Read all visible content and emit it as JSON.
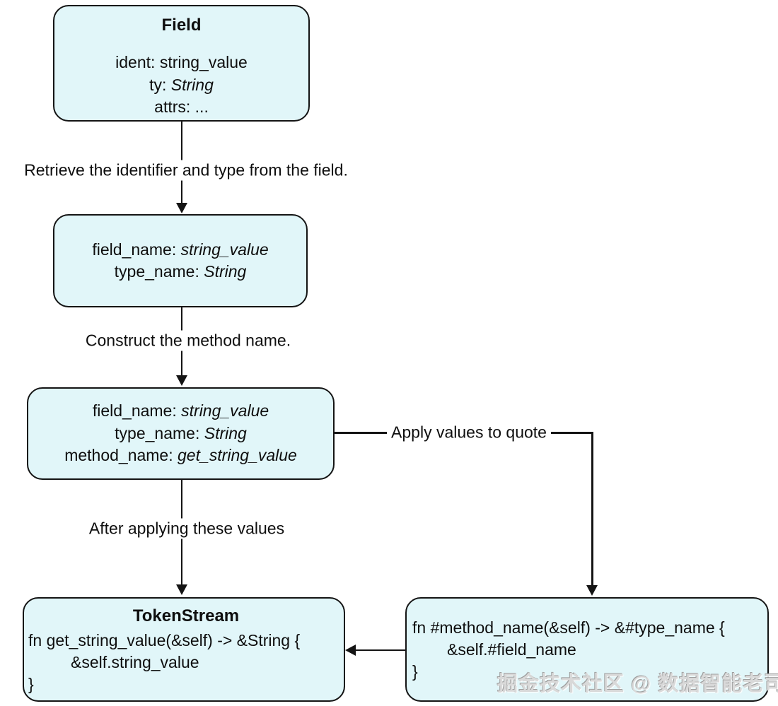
{
  "diagram": {
    "nodes": {
      "field": {
        "title": "Field",
        "lines": [
          {
            "prefix": "ident: ",
            "value": "string_value"
          },
          {
            "prefix": "ty: ",
            "value": "String"
          },
          {
            "prefix": "attrs: ",
            "value": "..."
          }
        ]
      },
      "extracted": {
        "lines": [
          {
            "prefix": "field_name: ",
            "value": "string_value"
          },
          {
            "prefix": "type_name: ",
            "value": "String"
          }
        ]
      },
      "with_method": {
        "lines": [
          {
            "prefix": "field_name: ",
            "value": "string_value"
          },
          {
            "prefix": "type_name: ",
            "value": "String"
          },
          {
            "prefix": "method_name: ",
            "value": "get_string_value"
          }
        ]
      },
      "token_stream": {
        "title": "TokenStream",
        "code": [
          "fn get_string_value(&self) -> &String {",
          "&self.string_value",
          "}"
        ]
      },
      "quote_template": {
        "code": [
          "fn #method_name(&self) -> &#type_name {",
          "&self.#field_name",
          "}"
        ]
      }
    },
    "edge_labels": {
      "retrieve": "Retrieve the identifier and type from the field.",
      "construct": "Construct the method name.",
      "after": "After applying these values",
      "apply": "Apply values to quote"
    },
    "watermark": "掘金技术社区 @ 数据智能老司机",
    "colors": {
      "node_fill": "#e1f6f9",
      "stroke": "#141414",
      "background": "#ffffff",
      "watermark": "#d9d9d9"
    }
  }
}
